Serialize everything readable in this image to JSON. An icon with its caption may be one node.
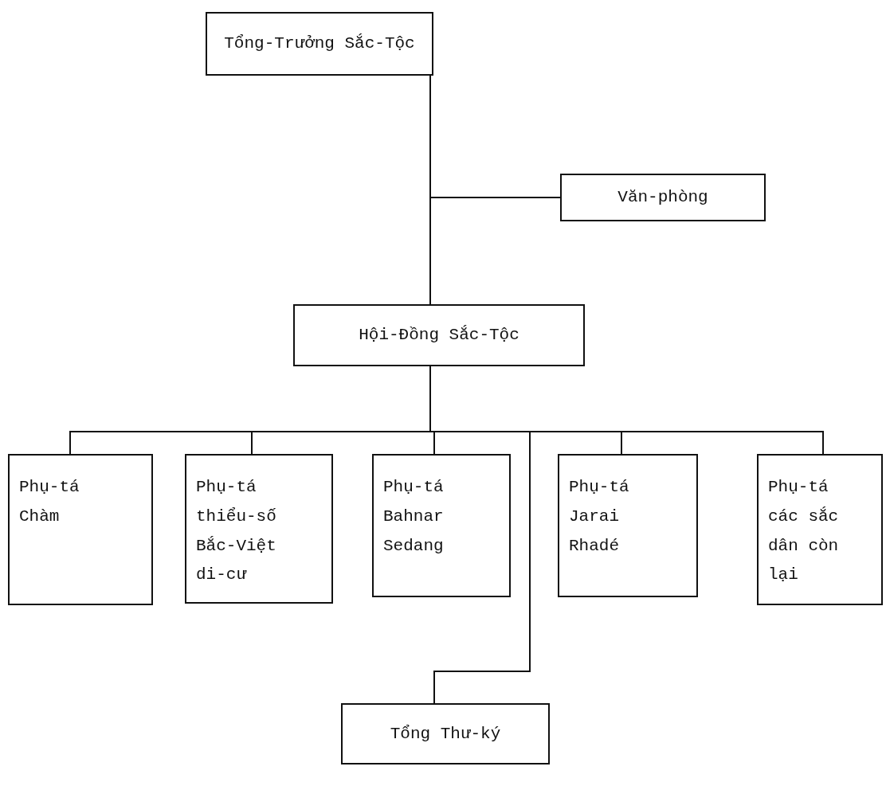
{
  "diagram": {
    "nodes": [
      {
        "text": [
          "Tổng-Trưởng Sắc-Tộc"
        ]
      },
      {
        "text": [
          "Văn-phòng"
        ]
      },
      {
        "text": [
          "Hội-Đồng Sắc-Tộc"
        ]
      },
      {
        "text": [
          "Phụ-tá Chàm"
        ]
      },
      {
        "text": [
          "Phụ-tá thiểu-số Bắc-Việt di-cư"
        ]
      },
      {
        "text": [
          "Phụ-tá Bahnar Sedang"
        ]
      },
      {
        "text": [
          "Phụ-tá Jarai Rhadé"
        ]
      },
      {
        "text": [
          "Phụ-tá các sắc dân còn lại"
        ]
      },
      {
        "text": [
          "Tổng Thư-ký"
        ]
      }
    ],
    "edges": [
      {
        "from": 0,
        "to": 1,
        "arrow": "none"
      },
      {
        "from": 0,
        "to": 2,
        "arrow": "none"
      },
      {
        "from": 2,
        "to": 3,
        "arrow": "none"
      },
      {
        "from": 2,
        "to": 4,
        "arrow": "none"
      },
      {
        "from": 2,
        "to": 5,
        "arrow": "none"
      },
      {
        "from": 2,
        "to": 6,
        "arrow": "none"
      },
      {
        "from": 2,
        "to": 7,
        "arrow": "none"
      },
      {
        "from": 2,
        "to": 8,
        "arrow": "none"
      }
    ]
  }
}
